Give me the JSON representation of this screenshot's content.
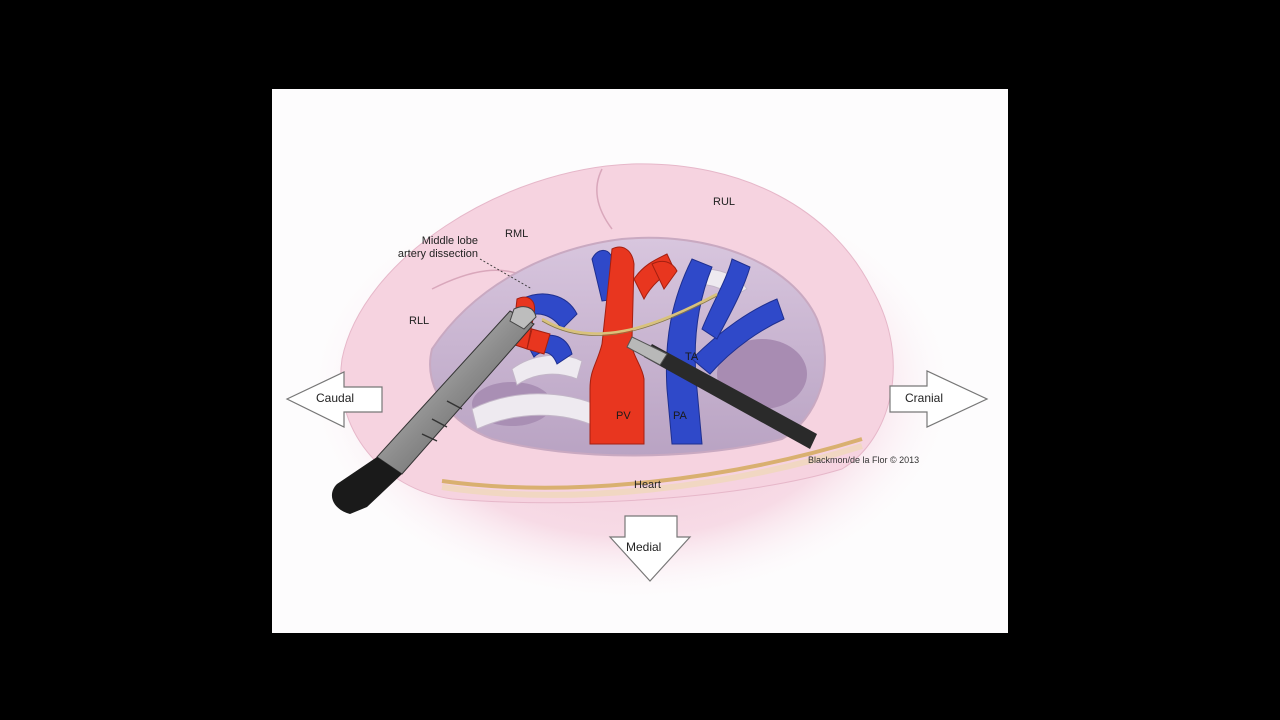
{
  "figure": {
    "labels": {
      "callout_line1": "Middle lobe",
      "callout_line2": "artery dissection",
      "rml": "RML",
      "rul": "RUL",
      "rll": "RLL",
      "pv": "PV",
      "pa": "PA",
      "ta": "TA",
      "heart": "Heart"
    },
    "directions": {
      "caudal": "Caudal",
      "cranial": "Cranial",
      "medial": "Medial"
    },
    "copyright": "Blackmon/de la Flor © 2013"
  }
}
